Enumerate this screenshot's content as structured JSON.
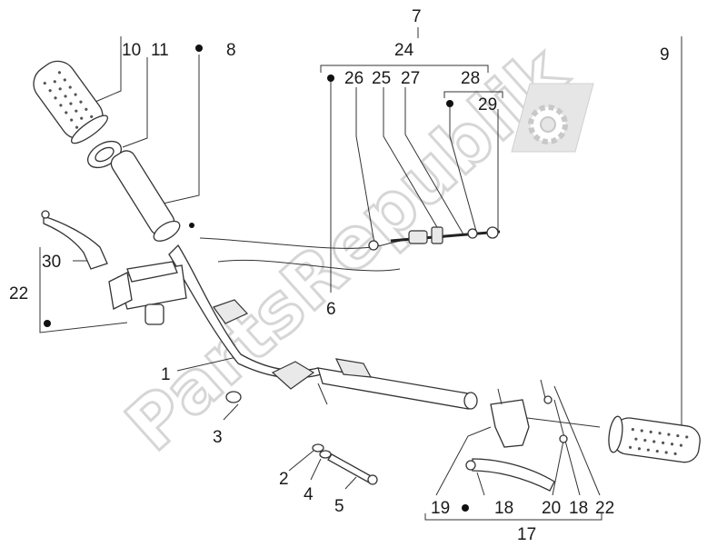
{
  "watermark": {
    "text": "PartsRepublik",
    "icon": "gear-icon"
  },
  "callouts": [
    {
      "id": "c7",
      "text": "7"
    },
    {
      "id": "c24",
      "text": "24"
    },
    {
      "id": "c26",
      "text": "26"
    },
    {
      "id": "c25",
      "text": "25"
    },
    {
      "id": "c27",
      "text": "27"
    },
    {
      "id": "c28",
      "text": "28"
    },
    {
      "id": "c29",
      "text": "29"
    },
    {
      "id": "c10",
      "text": "10"
    },
    {
      "id": "c11",
      "text": "11"
    },
    {
      "id": "c8",
      "text": "8"
    },
    {
      "id": "c9",
      "text": "9"
    },
    {
      "id": "c30",
      "text": "30"
    },
    {
      "id": "c22a",
      "text": "22"
    },
    {
      "id": "c6",
      "text": "6"
    },
    {
      "id": "c1",
      "text": "1"
    },
    {
      "id": "c3",
      "text": "3"
    },
    {
      "id": "c2",
      "text": "2"
    },
    {
      "id": "c4",
      "text": "4"
    },
    {
      "id": "c5",
      "text": "5"
    },
    {
      "id": "c19",
      "text": "19"
    },
    {
      "id": "c18a",
      "text": "18"
    },
    {
      "id": "c20",
      "text": "20"
    },
    {
      "id": "c18b",
      "text": "18"
    },
    {
      "id": "c22b",
      "text": "22"
    },
    {
      "id": "c17",
      "text": "17"
    }
  ]
}
